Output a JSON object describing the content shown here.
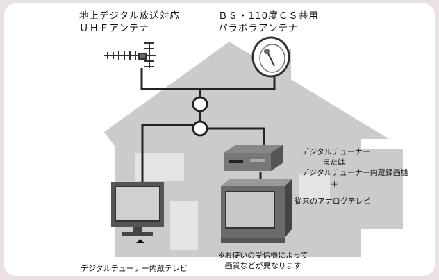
{
  "uhf_antenna": {
    "line1": "地上デジタル放送対応",
    "line2": "ＵＨＦアンテナ"
  },
  "bs_antenna": {
    "line1": "ＢＳ・110度ＣＳ共用",
    "line2": "パラボラアンテナ"
  },
  "tuner_box": {
    "line1": "デジタルチューナー",
    "line2": "または",
    "line3": "デジタルチューナー内蔵録画機"
  },
  "plus_sign": "＋",
  "analog_tv_label": "従来のアナログテレビ",
  "digital_tv_label": "デジタルチューナー内蔵テレビ",
  "note": {
    "line1": "※お使いの受信機によって",
    "line2": "画質などが異なります"
  },
  "colors": {
    "background": "#e9e1e5",
    "panel": "#ffffff",
    "house": "#c9c9c9",
    "device": "#6b6b6b",
    "line": "#222222"
  }
}
